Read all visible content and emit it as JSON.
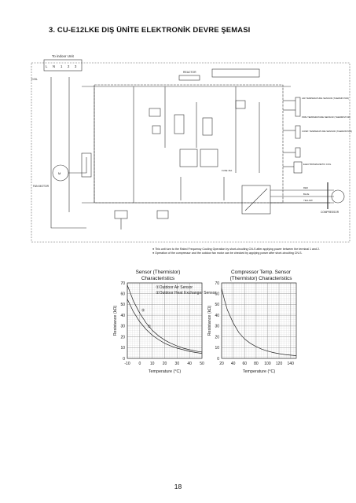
{
  "heading": "3.   CU-E12LKE DIŞ ÜNİTE ELEKTRONİK DEVRE ŞEMASI",
  "page_number": "18",
  "circuit": {
    "to_indoor_unit": "To indoor Unit",
    "terminals": [
      "L",
      "N",
      "1",
      "2",
      "3"
    ],
    "left_labels": [
      "COIL",
      "FAN MOTOR",
      "M"
    ],
    "right_labels": {
      "air_temp_sensor": "AIR TEMPERATURE SENSOR (THERMISTOR)",
      "pipe_temp_sensor": "PIPE TEMPERATURE SENSOR (THERMISTOR)",
      "comp_temp_sensor": "COMP. TEMPERATURE SENSOR (THERMISTOR)",
      "electromagnetic_coil": "ELECTROMAGNETIC COIL",
      "compressor": "COMPRESSOR",
      "reactor": "REACTOR",
      "fuse": "FUSE 15A",
      "wire_colors": [
        "RED",
        "BLUE",
        "YELLOW"
      ]
    }
  },
  "notes": [
    "● This unit turn to the Rated Frequency Cooling Operation by short-circuiting CN-S after applying power between the terminal 1 and 2.",
    "● Operation of the compressor and the outdoor fan motor can be checked by applying power after short-circuiting CN-S."
  ],
  "chart_data": [
    {
      "type": "line",
      "title": "Sensor (Thermistor) Characteristics",
      "legend": [
        "①Outdoor Air Sensor",
        "②Outdoor Heat Exchanger Sensor"
      ],
      "xlabel": "Temperature (°C)",
      "ylabel": "Resistance (kΩ)",
      "xticks": [
        -10,
        0,
        10,
        20,
        30,
        40,
        50
      ],
      "yticks": [
        0,
        10,
        20,
        30,
        40,
        50,
        60,
        70
      ],
      "xlim": [
        -10,
        50
      ],
      "ylim": [
        0,
        70
      ],
      "grid": true,
      "series": [
        {
          "name": "①",
          "x": [
            -10,
            -5,
            0,
            5,
            10,
            15,
            20,
            25,
            30,
            35,
            40,
            45,
            50
          ],
          "values": [
            55,
            43,
            34,
            27,
            21.5,
            17.5,
            14,
            11.5,
            9.5,
            8,
            6.5,
            5.5,
            4.6
          ]
        },
        {
          "name": "②",
          "x": [
            -10,
            -5,
            0,
            5,
            10,
            15,
            20,
            25,
            30,
            35,
            40,
            45,
            50
          ],
          "values": [
            68,
            53,
            42,
            33,
            26,
            21,
            17,
            14,
            11.5,
            9.5,
            8,
            6.8,
            5.8
          ]
        }
      ]
    },
    {
      "type": "line",
      "title": "Compressor Temp. Sensor (Thermistor) Characteristics",
      "xlabel": "Temperature (°C)",
      "ylabel": "Resistance (kΩ)",
      "xticks": [
        20,
        40,
        60,
        80,
        100,
        120,
        140
      ],
      "yticks": [
        0,
        10,
        20,
        30,
        40,
        50,
        60,
        70
      ],
      "xlim": [
        20,
        150
      ],
      "ylim": [
        0,
        70
      ],
      "grid": true,
      "series": [
        {
          "x": [
            20,
            25,
            30,
            40,
            50,
            60,
            70,
            80,
            90,
            100,
            110,
            120,
            130,
            140,
            150
          ],
          "values": [
            65,
            54,
            45,
            33,
            24,
            18,
            14,
            11,
            8.5,
            6.8,
            5.4,
            4.4,
            3.6,
            3.0,
            2.5
          ]
        }
      ]
    }
  ]
}
